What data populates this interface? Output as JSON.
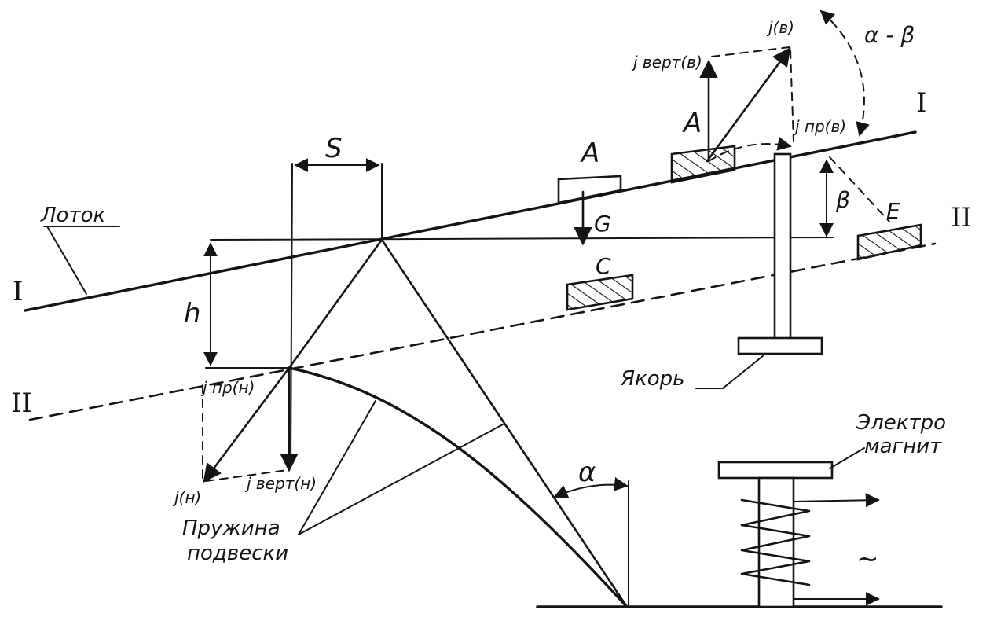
{
  "labels": {
    "tray": "Лоток",
    "anchor": "Якорь",
    "electromagnet_line1": "Электро",
    "electromagnet_line2": "магнит",
    "spring_line1": "Пружина",
    "spring_line2": "подвески",
    "stroke": "S",
    "height": "h",
    "gravity": "G",
    "part_a_left": "A",
    "part_a_right": "A",
    "part_c": "C",
    "part_e": "E",
    "angle_alpha": "α",
    "angle_beta": "β",
    "angle_alpha_minus_beta": "α - β",
    "level_I_left": "I",
    "level_I_right": "I",
    "level_II_left": "II",
    "level_II_right": "II",
    "j_vert_upper": "j верт(в)",
    "j_upper": "j(в)",
    "j_pr_upper": "j пр(в)",
    "j_pr_lower": "j пр(н)",
    "j_lower": "j(н)",
    "j_vert_lower": "j верт(н)",
    "current_symbol": "~"
  },
  "colors": {
    "ink": "#141414",
    "paper": "#ffffff"
  }
}
